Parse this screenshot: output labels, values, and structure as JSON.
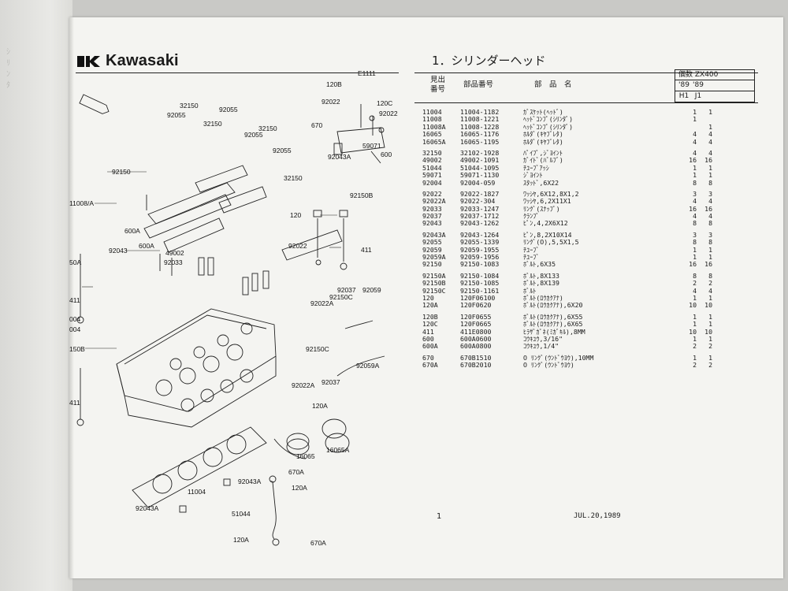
{
  "brand": {
    "name": "Kawasaki"
  },
  "diagram": {
    "labels": {
      "e1111": "E1111",
      "p120b": "120B",
      "p92022a": "92022",
      "p120c": "120C",
      "p92022b": "92022",
      "p670": "670",
      "p59071": "59071",
      "p600": "600",
      "p92043a": "92043A",
      "p32150a": "32150",
      "p92055a": "92055",
      "p32150b": "32150",
      "p92055b": "92055",
      "p32150c": "32150",
      "p92055c": "92055",
      "p92055d": "92055",
      "p32150d": "32150",
      "p92150": "92150",
      "p11008": "11008/A",
      "p92150b": "92150B",
      "p120": "120",
      "p600a": "600A",
      "p600a2": "600A",
      "p92043": "92043",
      "p49002": "49002",
      "p92033": "92033",
      "p92022c": "92022",
      "p411": "411",
      "p50a": "50A",
      "p411b": "411",
      "p92037": "92037",
      "p92059": "92059",
      "p92150c": "92150C",
      "p92022a2": "92022A",
      "p004a": "004",
      "p004b": "004",
      "p150b": "150B",
      "p92150c2": "92150C",
      "p92059a": "92059A",
      "p92022a3": "92022A",
      "p92037b": "92037",
      "p120a": "120A",
      "p411c": "411",
      "p16065": "16065",
      "p16065a": "16065A",
      "p670a": "670A",
      "p92043a2": "92043A",
      "p120a2": "120A",
      "p11004": "11004",
      "p92043a3": "92043A",
      "p51044": "51044",
      "p120a3": "120A",
      "p670a2": "670A"
    }
  },
  "section": {
    "title": "1．シリンダーヘッド"
  },
  "columns": {
    "ref_line1": "見出",
    "ref_line2": "番号",
    "part_no": "部品番号",
    "name": "部　品　名",
    "qty_header": "個数 ZX400",
    "year1": "'89",
    "year2": "'89",
    "model1": "H1",
    "model2": "J1"
  },
  "parts": [
    {
      "ref": "11004",
      "part": "11004-1182",
      "name": "ｶﾞｽｹｯﾄ(ﾍｯﾄﾞ)",
      "q1": "1",
      "q2": "1"
    },
    {
      "ref": "11008",
      "part": "11008-1221",
      "name": "ﾍｯﾄﾞｺﾝﾌﾟ(ｼﾘﾝﾀﾞ)",
      "q1": "1",
      "q2": ""
    },
    {
      "ref": "11008A",
      "part": "11008-1228",
      "name": "ﾍｯﾄﾞｺﾝﾌﾟ(ｼﾘﾝﾀﾞ)",
      "q1": "",
      "q2": "1"
    },
    {
      "ref": "16065",
      "part": "16065-1176",
      "name": "ﾎﾙﾀﾞ(ｷﾔﾌﾞﾚﾀ)",
      "q1": "4",
      "q2": "4"
    },
    {
      "ref": "16065A",
      "part": "16065-1195",
      "name": "ﾎﾙﾀﾞ(ｷﾔﾌﾞﾚﾀ)",
      "q1": "4",
      "q2": "4"
    },
    {
      "ref": "32150",
      "part": "32102-1928",
      "name": "ﾊﾟｲﾌﾟ,ｼﾞﾖｲﾝﾄ",
      "q1": "4",
      "q2": "4",
      "gap": true
    },
    {
      "ref": "49002",
      "part": "49002-1091",
      "name": "ｶﾞｲﾄﾞ(ﾊﾞﾙﾌﾞ)",
      "q1": "16",
      "q2": "16"
    },
    {
      "ref": "51044",
      "part": "51044-1095",
      "name": "ﾁﾕｰﾌﾞｱｯｼ",
      "q1": "1",
      "q2": "1"
    },
    {
      "ref": "59071",
      "part": "59071-1130",
      "name": "ｼﾞﾖｲﾝﾄ",
      "q1": "1",
      "q2": "1"
    },
    {
      "ref": "92004",
      "part": "92004-059",
      "name": "ｽﾀｯﾄﾞ,6X22",
      "q1": "8",
      "q2": "8"
    },
    {
      "ref": "92022",
      "part": "92022-1827",
      "name": "ﾜｯｼﾔ,6X12,8X1,2",
      "q1": "3",
      "q2": "3",
      "gap": true
    },
    {
      "ref": "92022A",
      "part": "92022-304",
      "name": "ﾜｯｼﾔ,6,2X11X1",
      "q1": "4",
      "q2": "4"
    },
    {
      "ref": "92033",
      "part": "92033-1247",
      "name": "ﾘﾝｸﾞ(ｽﾅｯﾌﾟ)",
      "q1": "16",
      "q2": "16"
    },
    {
      "ref": "92037",
      "part": "92037-1712",
      "name": "ｸﾗﾝﾌﾟ",
      "q1": "4",
      "q2": "4"
    },
    {
      "ref": "92043",
      "part": "92043-1262",
      "name": "ﾋﾟﾝ,4,2X6X12",
      "q1": "8",
      "q2": "8"
    },
    {
      "ref": "92043A",
      "part": "92043-1264",
      "name": "ﾋﾟﾝ,8,2X10X14",
      "q1": "3",
      "q2": "3",
      "gap": true
    },
    {
      "ref": "92055",
      "part": "92055-1339",
      "name": "ﾘﾝｸﾞ(O),5,5X1,5",
      "q1": "8",
      "q2": "8"
    },
    {
      "ref": "92059",
      "part": "92059-1955",
      "name": "ﾁﾕｰﾌﾞ",
      "q1": "1",
      "q2": "1"
    },
    {
      "ref": "92059A",
      "part": "92059-1956",
      "name": "ﾁﾕｰﾌﾞ",
      "q1": "1",
      "q2": "1"
    },
    {
      "ref": "92150",
      "part": "92150-1083",
      "name": "ﾎﾞﾙﾄ,6X35",
      "q1": "16",
      "q2": "16"
    },
    {
      "ref": "92150A",
      "part": "92150-1084",
      "name": "ﾎﾞﾙﾄ,8X133",
      "q1": "8",
      "q2": "8",
      "gap": true
    },
    {
      "ref": "92150B",
      "part": "92150-1085",
      "name": "ﾎﾞﾙﾄ,8X139",
      "q1": "2",
      "q2": "2"
    },
    {
      "ref": "92150C",
      "part": "92150-1161",
      "name": "ﾎﾞﾙﾄ",
      "q1": "4",
      "q2": "4"
    },
    {
      "ref": "120",
      "part": "120F06100",
      "name": "ﾎﾞﾙﾄ(ﾛｳｶｸｱﾅ)",
      "q1": "1",
      "q2": "1"
    },
    {
      "ref": "120A",
      "part": "120F0620",
      "name": "ﾎﾞﾙﾄ(ﾛｳｶｸｱﾅ),6X20",
      "q1": "10",
      "q2": "10"
    },
    {
      "ref": "120B",
      "part": "120F0655",
      "name": "ﾎﾞﾙﾄ(ﾛｳｶｸｱﾅ),6X55",
      "q1": "1",
      "q2": "1",
      "gap": true
    },
    {
      "ref": "120C",
      "part": "120F0665",
      "name": "ﾎﾞﾙﾄ(ﾛｳｶｸｱﾅ),6X65",
      "q1": "1",
      "q2": "1"
    },
    {
      "ref": "411",
      "part": "411E0800",
      "name": "ﾋﾗｻﾞｶﾞﾈ(ﾐｶﾞｷﾙ),8MM",
      "q1": "10",
      "q2": "10"
    },
    {
      "ref": "600",
      "part": "600A0600",
      "name": "ｺｳｷﾕｳ,3/16\"",
      "q1": "1",
      "q2": "1"
    },
    {
      "ref": "600A",
      "part": "600A0800",
      "name": "ｺｳｷﾕｳ,1/4\"",
      "q1": "2",
      "q2": "2"
    },
    {
      "ref": "670",
      "part": "670B1510",
      "name": "O ﾘﾝｸﾞ(ｳﾝﾄﾞｳﾖｳ),10MM",
      "q1": "1",
      "q2": "1",
      "gap": true
    },
    {
      "ref": "670A",
      "part": "670B2010",
      "name": "O ﾘﾝｸﾞ(ｳﾝﾄﾞｳﾖｳ)",
      "q1": "2",
      "q2": "2"
    }
  ],
  "footer": {
    "page": "1",
    "date": "JUL.20,1989"
  }
}
